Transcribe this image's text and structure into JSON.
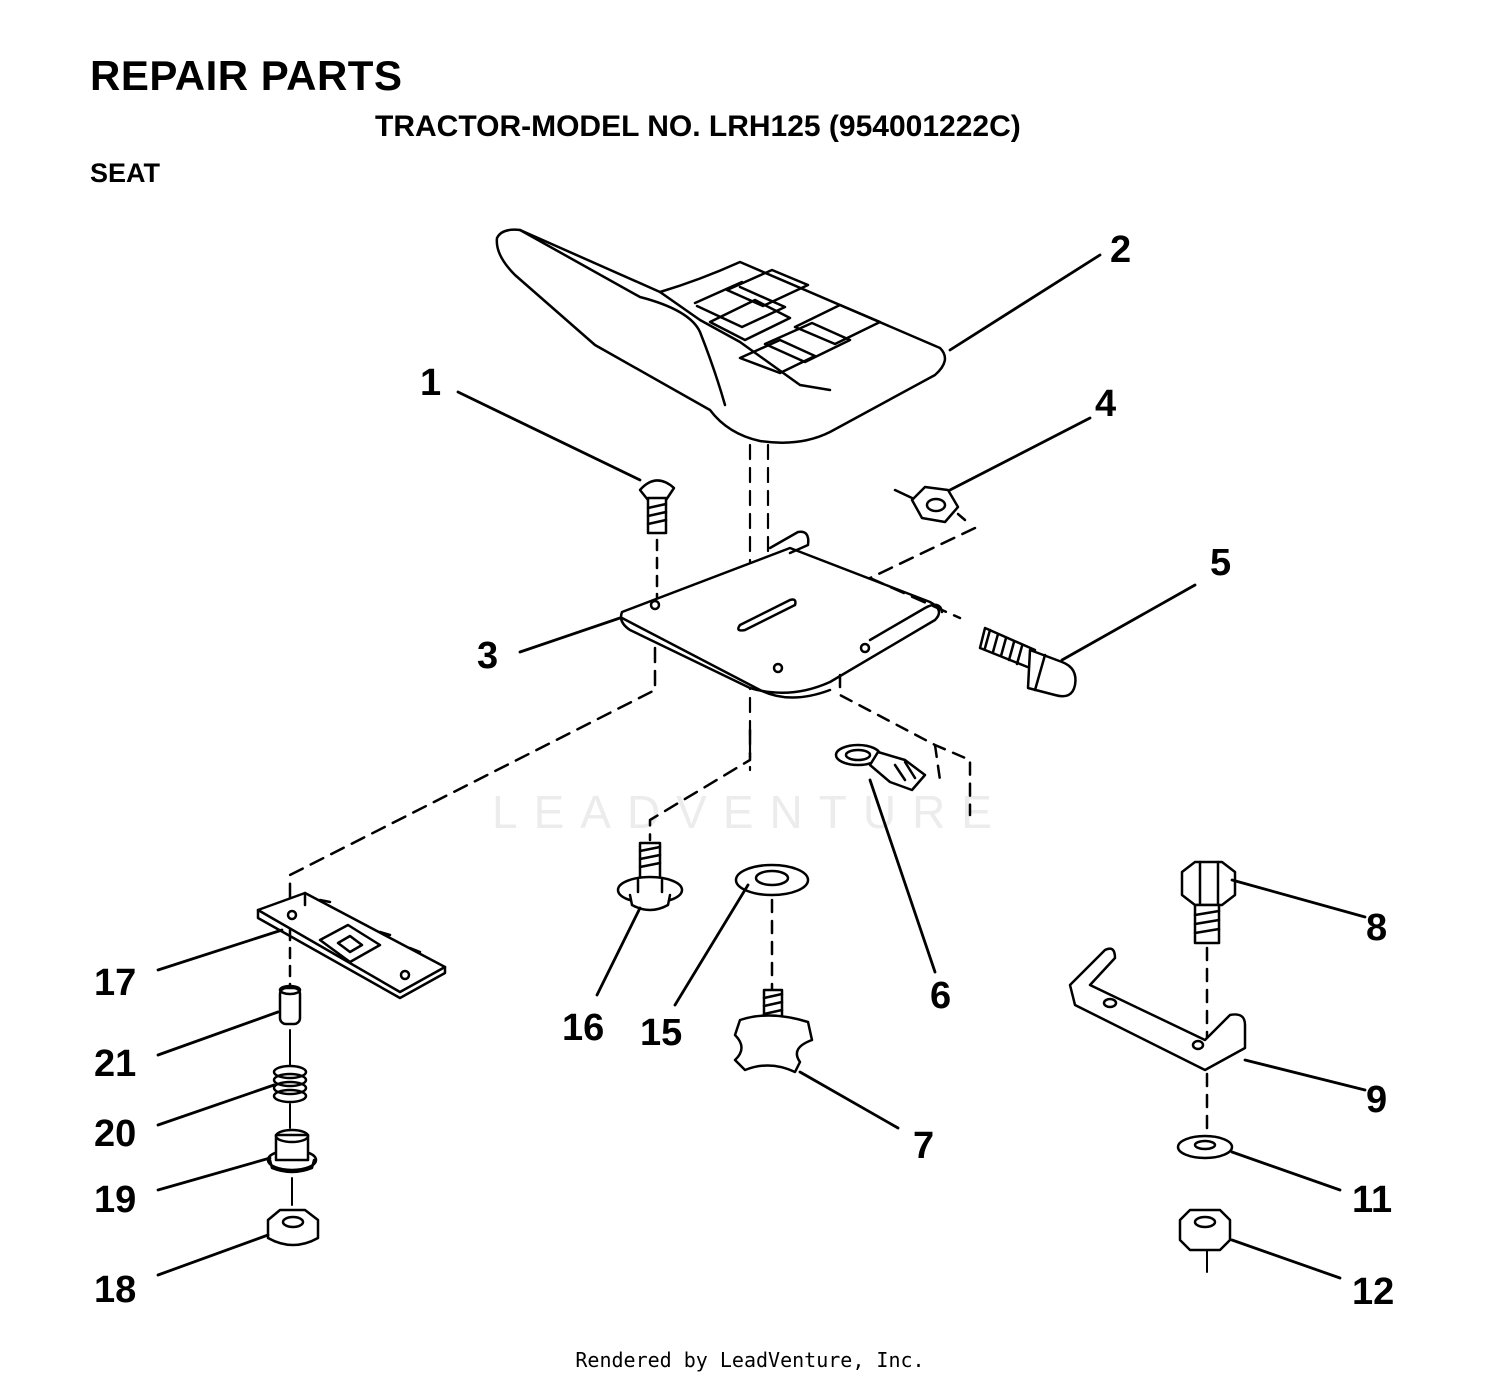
{
  "header": {
    "title": "REPAIR PARTS",
    "subtitle": "TRACTOR-MODEL NO. LRH125 (954001222C)",
    "section": "SEAT"
  },
  "watermark": "LEADVENTURE",
  "footer": "Rendered by LeadVenture, Inc.",
  "callouts": [
    "1",
    "2",
    "3",
    "4",
    "5",
    "6",
    "7",
    "8",
    "9",
    "11",
    "12",
    "15",
    "16",
    "17",
    "18",
    "19",
    "20",
    "21"
  ],
  "colors": {
    "ink": "#000000",
    "watermark": "#ececec",
    "background": "#ffffff"
  }
}
